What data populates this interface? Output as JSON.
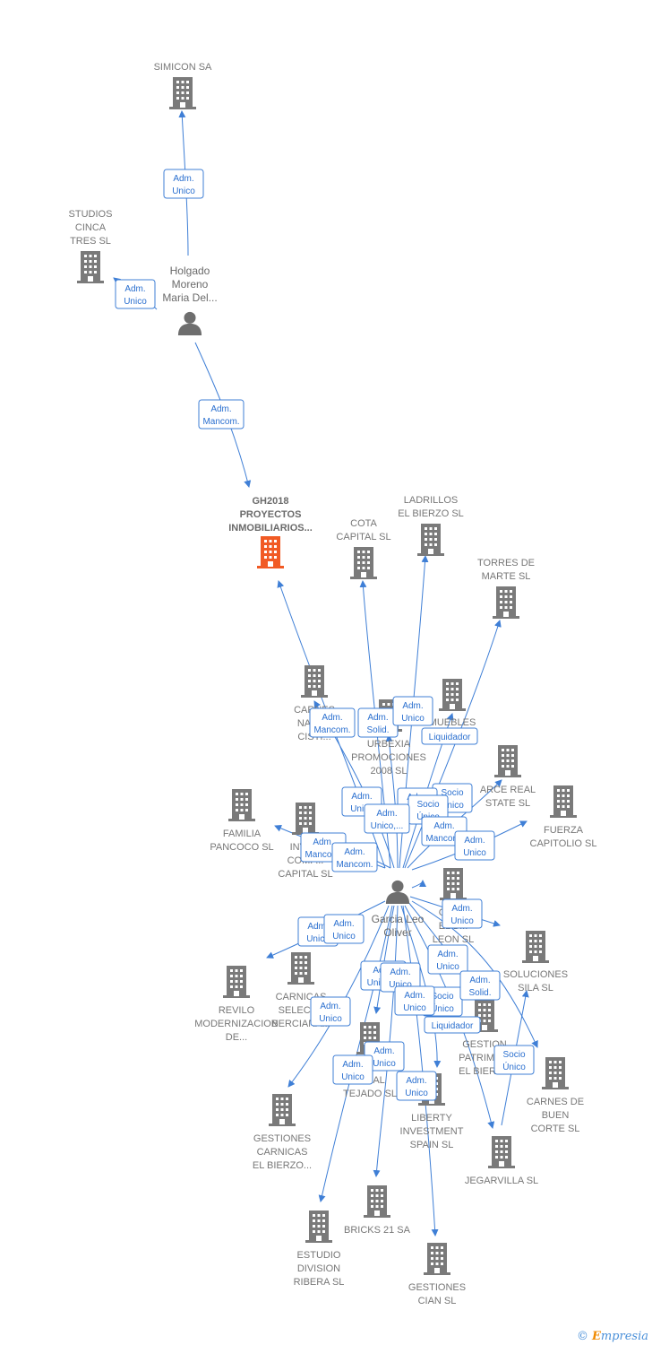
{
  "colors": {
    "edge": "#3f7fd6",
    "building": "#7a7a7a",
    "main_building": "#f15a24",
    "person": "#6e6e6e"
  },
  "nodes": [
    {
      "id": "simicon",
      "type": "company",
      "lines": [
        "SIMICON SA"
      ]
    },
    {
      "id": "studios",
      "type": "company",
      "lines": [
        "STUDIOS",
        "CINCA",
        "TRES SL"
      ]
    },
    {
      "id": "holgado",
      "type": "person",
      "lines": [
        "Holgado",
        "Moreno",
        "Maria Del..."
      ]
    },
    {
      "id": "gh2018",
      "type": "main",
      "lines": [
        "GH2018",
        "PROYECTOS",
        "INMOBILIARIOS..."
      ]
    },
    {
      "id": "ladrillos",
      "type": "company",
      "lines": [
        "LADRILLOS",
        "EL BIERZO SL"
      ]
    },
    {
      "id": "cota",
      "type": "company",
      "lines": [
        "COTA",
        "CAPITAL  SL"
      ]
    },
    {
      "id": "torres",
      "type": "company",
      "lines": [
        "TORRES DE",
        "MARTE SL"
      ]
    },
    {
      "id": "carnes_nat",
      "type": "company",
      "lines": [
        "CARNES",
        "NATU...",
        "CISTI..."
      ]
    },
    {
      "id": "urbexia",
      "type": "company",
      "lines": [
        "URBEXIA",
        "PROMOCIONES",
        "2008 SL"
      ]
    },
    {
      "id": "muebles",
      "type": "company",
      "lines": [
        "MUEBLES",
        "TH...  SL"
      ]
    },
    {
      "id": "arce",
      "type": "company",
      "lines": [
        "ARCE REAL",
        "STATE  SL"
      ]
    },
    {
      "id": "familia",
      "type": "company",
      "lines": [
        "FAMILIA",
        "PANCOCO  SL"
      ]
    },
    {
      "id": "inversiones",
      "type": "company",
      "lines": [
        "INVE...",
        "COMP...",
        "CAPITAL  SL"
      ]
    },
    {
      "id": "fuerza",
      "type": "company",
      "lines": [
        "FUERZA",
        "CAPITOLIO  SL"
      ]
    },
    {
      "id": "garcia",
      "type": "person",
      "lines": [
        "Garcia Leo",
        "Oliver"
      ]
    },
    {
      "id": "carnes_leon",
      "type": "company",
      "lines": [
        "CAR...",
        "EL B...",
        "LEON SL"
      ]
    },
    {
      "id": "soluciones",
      "type": "company",
      "lines": [
        "SOLUCIONES",
        "SILA SL"
      ]
    },
    {
      "id": "revilo",
      "type": "company",
      "lines": [
        "REVILO",
        "MODERNIZACION",
        "DE..."
      ]
    },
    {
      "id": "carnicas_sel",
      "type": "company",
      "lines": [
        "CARNICAS",
        "SELECT...",
        "BERCIANA..."
      ]
    },
    {
      "id": "gestion_pat",
      "type": "company",
      "lines": [
        "GESTION",
        "PATRIMO...",
        "EL BIERZ..."
      ]
    },
    {
      "id": "tejado",
      "type": "company",
      "lines": [
        "...O AL",
        "TEJADO  SL"
      ]
    },
    {
      "id": "carnes_buen",
      "type": "company",
      "lines": [
        "CARNES DE",
        "BUEN",
        "CORTE SL"
      ]
    },
    {
      "id": "liberty",
      "type": "company",
      "lines": [
        "LIBERTY",
        "INVESTMENT",
        "SPAIN  SL"
      ]
    },
    {
      "id": "gestiones_carn",
      "type": "company",
      "lines": [
        "GESTIONES",
        "CARNICAS",
        "EL BIERZO..."
      ]
    },
    {
      "id": "jegarvilla",
      "type": "company",
      "lines": [
        "JEGARVILLA SL"
      ]
    },
    {
      "id": "bricks",
      "type": "company",
      "lines": [
        "BRICKS 21 SA"
      ]
    },
    {
      "id": "estudio",
      "type": "company",
      "lines": [
        "ESTUDIO",
        "DIVISION",
        "RIBERA  SL"
      ]
    },
    {
      "id": "gestiones_cian",
      "type": "company",
      "lines": [
        "GESTIONES",
        "CIAN  SL"
      ]
    }
  ],
  "relations": [
    {
      "id": "r1",
      "lines": [
        "Adm.",
        "Unico"
      ]
    },
    {
      "id": "r2",
      "lines": [
        "Adm.",
        "Unico"
      ]
    },
    {
      "id": "r3",
      "lines": [
        "Adm.",
        "Mancom."
      ]
    },
    {
      "id": "r4",
      "lines": [
        "Adm.",
        "Mancom."
      ]
    },
    {
      "id": "r5",
      "lines": [
        "Adm.",
        "Solid."
      ]
    },
    {
      "id": "r6",
      "lines": [
        "Adm.",
        "Unico"
      ]
    },
    {
      "id": "r7",
      "lines": [
        "Liquidador"
      ]
    },
    {
      "id": "r8",
      "lines": [
        "Socio",
        "Único"
      ]
    },
    {
      "id": "r9",
      "lines": [
        "Adm.",
        "Unico"
      ]
    },
    {
      "id": "r10",
      "lines": [
        "Adm.",
        "Unico"
      ]
    },
    {
      "id": "r11",
      "lines": [
        "Socio",
        "Único"
      ]
    },
    {
      "id": "r12",
      "lines": [
        "Adm.",
        "Unico,..."
      ]
    },
    {
      "id": "r13",
      "lines": [
        "Adm.",
        "Mancom."
      ]
    },
    {
      "id": "r14",
      "lines": [
        "Adm.",
        "Unico"
      ]
    },
    {
      "id": "r15",
      "lines": [
        "Adm.",
        "Mancom."
      ]
    },
    {
      "id": "r16",
      "lines": [
        "Adm.",
        "Mancom."
      ]
    },
    {
      "id": "r17",
      "lines": [
        "Adm.",
        "Unico"
      ]
    },
    {
      "id": "r18",
      "lines": [
        "Adm.",
        "Unico"
      ]
    },
    {
      "id": "r19",
      "lines": [
        "Adm.",
        "Unico"
      ]
    },
    {
      "id": "r20",
      "lines": [
        "Adm.",
        "Unico"
      ]
    },
    {
      "id": "r21",
      "lines": [
        "Adm.",
        "Unico,..."
      ]
    },
    {
      "id": "r22",
      "lines": [
        "Adm.",
        "Unico"
      ]
    },
    {
      "id": "r23",
      "lines": [
        "Socio",
        "Único"
      ]
    },
    {
      "id": "r24",
      "lines": [
        "Adm.",
        "Unico"
      ]
    },
    {
      "id": "r25",
      "lines": [
        "Adm.",
        "Solid."
      ]
    },
    {
      "id": "r26",
      "lines": [
        "Liquidador"
      ]
    },
    {
      "id": "r27",
      "lines": [
        "Adm.",
        "Unico"
      ]
    },
    {
      "id": "r28",
      "lines": [
        "Adm.",
        "Unico"
      ]
    },
    {
      "id": "r29",
      "lines": [
        "Socio",
        "Único"
      ]
    },
    {
      "id": "r30",
      "lines": [
        "Adm.",
        "Unico"
      ]
    },
    {
      "id": "r31",
      "lines": [
        "Adm.",
        "Unico"
      ]
    }
  ],
  "footer": {
    "copyright": "©",
    "brand_initial": "E",
    "brand_rest": "mpresia"
  }
}
